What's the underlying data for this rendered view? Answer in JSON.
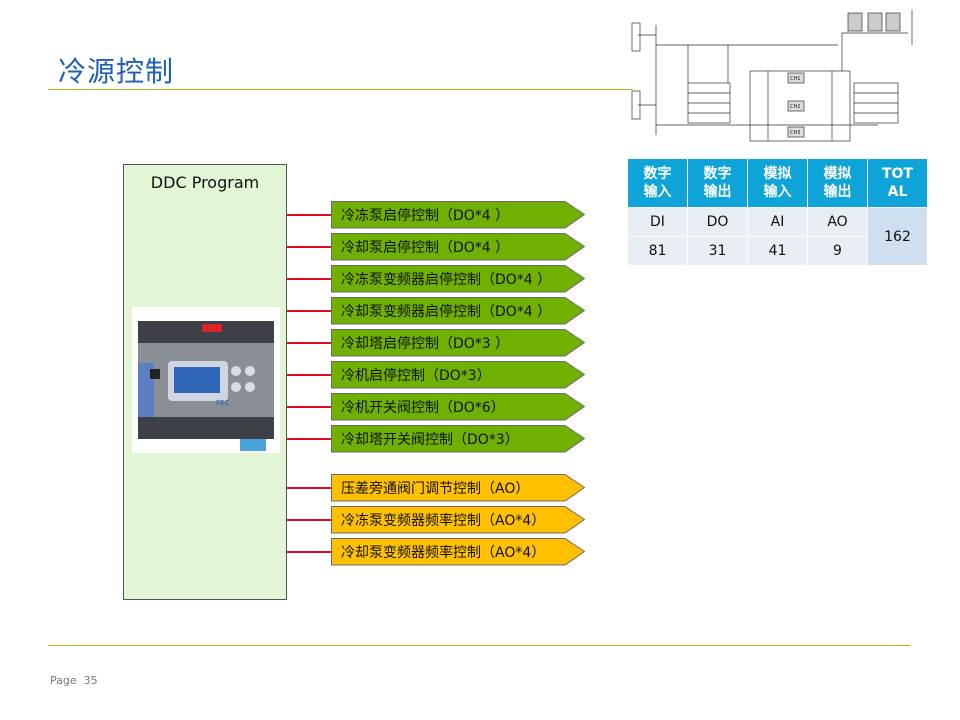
{
  "slide": {
    "title": "冷源控制",
    "ddc_label": "DDC Program",
    "page_label": "Page",
    "page_number": "35"
  },
  "device": {
    "brand_label": "FEC"
  },
  "outputs": [
    {
      "label": "冷冻泵启停控制（DO*4 ）",
      "color": "#6fb000"
    },
    {
      "label": "冷却泵启停控制（DO*4 ）",
      "color": "#6fb000"
    },
    {
      "label": "冷冻泵变频器启停控制（DO*4 ）",
      "color": "#6fb000"
    },
    {
      "label": "冷却泵变频器启停控制（DO*4 ）",
      "color": "#6fb000"
    },
    {
      "label": "冷却塔启停控制（DO*3 ）",
      "color": "#6fb000"
    },
    {
      "label": "冷机启停控制（DO*3）",
      "color": "#6fb000"
    },
    {
      "label": "冷机开关阀控制（DO*6）",
      "color": "#6fb000"
    },
    {
      "label": "冷却塔开关阀控制（DO*3）",
      "color": "#6fb000"
    },
    {
      "label": "压差旁通阀门调节控制（AO）",
      "color": "#ffc000"
    },
    {
      "label": "冷冻泵变频器频率控制（AO*4）",
      "color": "#ffc000"
    },
    {
      "label": "冷却泵变频器频率控制（AO*4）",
      "color": "#ffc000"
    }
  ],
  "io_table": {
    "headers": [
      {
        "line1": "数字",
        "line2": "输入"
      },
      {
        "line1": "数字",
        "line2": "输出"
      },
      {
        "line1": "模拟",
        "line2": "输入"
      },
      {
        "line1": "模拟",
        "line2": "输出"
      },
      {
        "line1": "TOT",
        "line2": "AL"
      }
    ],
    "types": [
      "DI",
      "DO",
      "AI",
      "AO"
    ],
    "counts": [
      "81",
      "31",
      "41",
      "9"
    ],
    "total": "162"
  },
  "schematic": {
    "unit_labels": [
      "CH1",
      "CH2",
      "CH3"
    ]
  },
  "colors": {
    "title_blue": "#1f5fb4",
    "rule_green": "#9bc21e",
    "connector_red": "#e30a1e",
    "table_header": "#0fa4d8"
  }
}
